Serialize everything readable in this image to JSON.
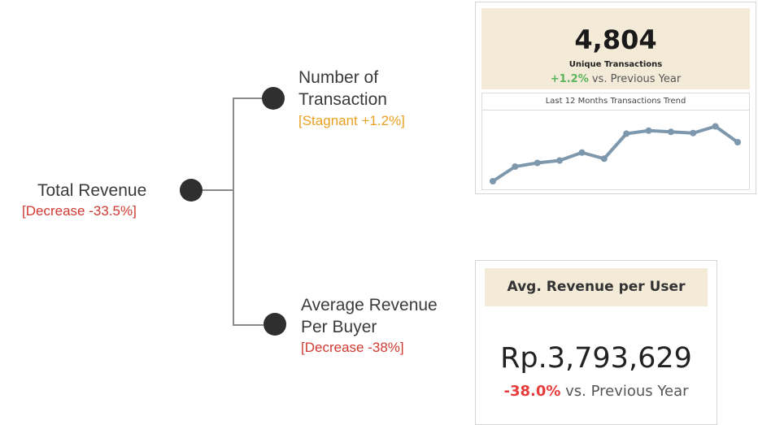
{
  "tree": {
    "root": {
      "label": "Total Revenue",
      "status": "[Decrease -33.5%]"
    },
    "branch_top": {
      "label_line1": "Number of",
      "label_line2": "Transaction",
      "status": "[Stagnant +1.2%]"
    },
    "branch_bottom": {
      "label_line1": "Average Revenue",
      "label_line2": "Per Buyer",
      "status": "[Decrease -38%]"
    }
  },
  "transactions_card": {
    "value": "4,804",
    "subtitle": "Unique Transactions",
    "change": "+1.2%",
    "comparison": " vs. Previous Year",
    "trend_title": "Last 12 Months Transactions Trend"
  },
  "arpu_card": {
    "header": "Avg. Revenue per User",
    "value": "Rp.3,793,629",
    "change": "-38.0%",
    "comparison": " vs. Previous Year"
  },
  "colors": {
    "decrease": "#d03a32",
    "stagnant": "#e8a020",
    "positive": "#5ab55a",
    "negative": "#e83b3b",
    "trend_line": "#7d97ad",
    "kpi_bg": "#f3ead8"
  },
  "chart_data": {
    "type": "line",
    "title": "Last 12 Months Transactions Trend",
    "x": [
      1,
      2,
      3,
      4,
      5,
      6,
      7,
      8,
      9,
      10,
      11,
      12
    ],
    "values": [
      0.0,
      0.24,
      0.3,
      0.34,
      0.47,
      0.37,
      0.78,
      0.83,
      0.81,
      0.79,
      0.9,
      0.64
    ],
    "ylim": [
      0,
      1
    ],
    "grid": false,
    "legend": "none"
  }
}
